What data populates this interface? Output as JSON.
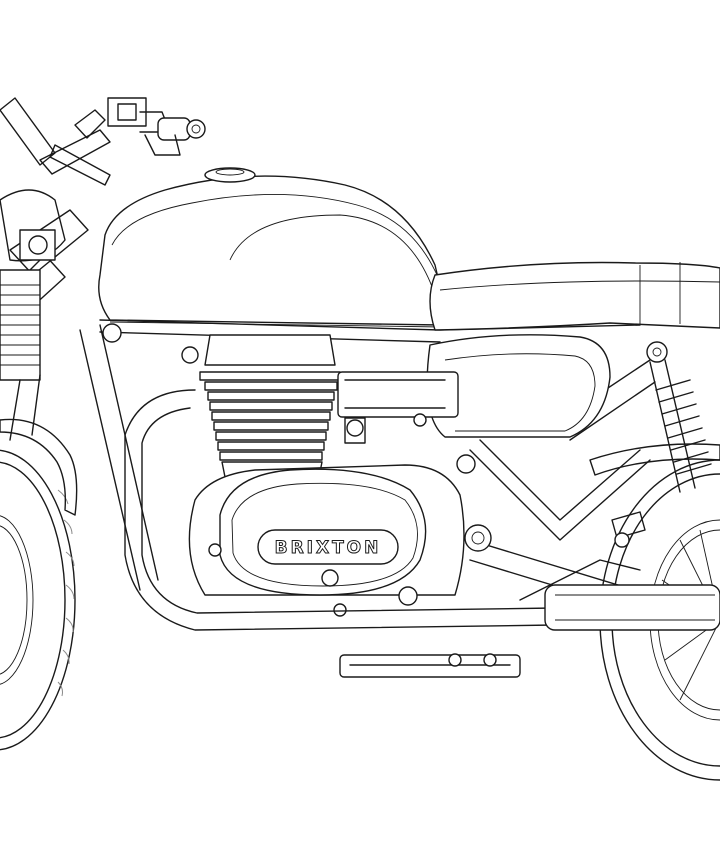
{
  "drawing": {
    "subject": "motorcycle",
    "style": "line-art",
    "line_color": "#1a1a1a",
    "background": "#ffffff"
  },
  "branding": {
    "engine_cover_logo": "BRIXTON"
  }
}
